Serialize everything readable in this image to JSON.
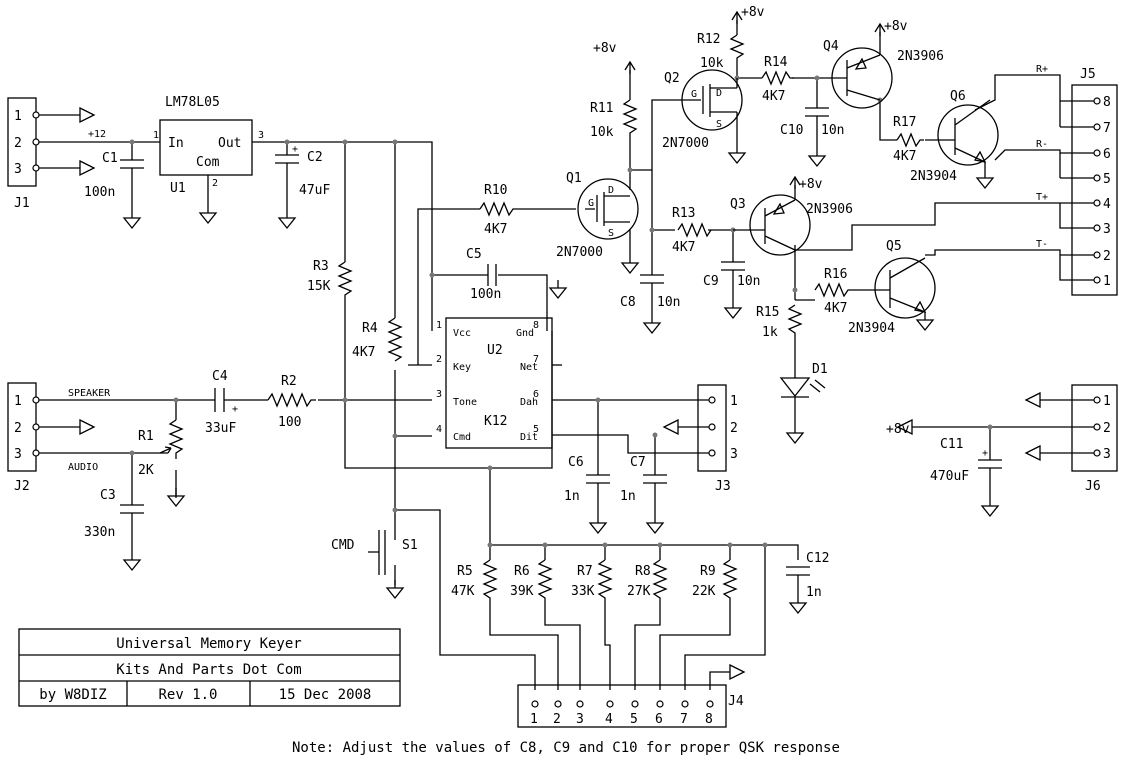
{
  "title_block": {
    "title": "Universal Memory Keyer",
    "company": "Kits And Parts Dot Com",
    "author": "by W8DIZ",
    "revision": "Rev 1.0",
    "date": "15 Dec 2008"
  },
  "note": "Note: Adjust the values of C8, C9 and C10 for proper QSK response",
  "supply": {
    "vplus": "+8v",
    "v12": "+12"
  },
  "regulator": {
    "part": "LM78L05",
    "ref": "U1",
    "pin_in": "In",
    "pin_out": "Out",
    "pin_com": "Com",
    "n1": "1",
    "n2": "2",
    "n3": "3"
  },
  "u2": {
    "ref": "U2",
    "part": "K12",
    "pins": {
      "vcc": "Vcc",
      "gnd": "Gnd",
      "key": "Key",
      "net": "Net",
      "tone": "Tone",
      "dah": "Dah",
      "cmd": "Cmd",
      "dit": "Dit"
    },
    "nums": [
      "1",
      "2",
      "3",
      "4",
      "5",
      "6",
      "7",
      "8"
    ]
  },
  "resistors": {
    "r1": {
      "ref": "R1",
      "value": "2K"
    },
    "r2": {
      "ref": "R2",
      "value": "100"
    },
    "r3": {
      "ref": "R3",
      "value": "15K"
    },
    "r4": {
      "ref": "R4",
      "value": "4K7"
    },
    "r5": {
      "ref": "R5",
      "value": "47K"
    },
    "r6": {
      "ref": "R6",
      "value": "39K"
    },
    "r7": {
      "ref": "R7",
      "value": "33K"
    },
    "r8": {
      "ref": "R8",
      "value": "27K"
    },
    "r9": {
      "ref": "R9",
      "value": "22K"
    },
    "r10": {
      "ref": "R10",
      "value": "4K7"
    },
    "r11": {
      "ref": "R11",
      "value": "10k"
    },
    "r12": {
      "ref": "R12",
      "value": "10k"
    },
    "r13": {
      "ref": "R13",
      "value": "4K7"
    },
    "r14": {
      "ref": "R14",
      "value": "4K7"
    },
    "r15": {
      "ref": "R15",
      "value": "1k"
    },
    "r16": {
      "ref": "R16",
      "value": "4K7"
    },
    "r17": {
      "ref": "R17",
      "value": "4K7"
    }
  },
  "capacitors": {
    "c1": {
      "ref": "C1",
      "value": "100n"
    },
    "c2": {
      "ref": "C2",
      "value": "47uF"
    },
    "c3": {
      "ref": "C3",
      "value": "330n"
    },
    "c4": {
      "ref": "C4",
      "value": "33uF"
    },
    "c5": {
      "ref": "C5",
      "value": "100n"
    },
    "c6": {
      "ref": "C6",
      "value": "1n"
    },
    "c7": {
      "ref": "C7",
      "value": "1n"
    },
    "c8": {
      "ref": "C8",
      "value": "10n"
    },
    "c9": {
      "ref": "C9",
      "value": "10n"
    },
    "c10": {
      "ref": "C10",
      "value": "10n"
    },
    "c11": {
      "ref": "C11",
      "value": "470uF"
    },
    "c12": {
      "ref": "C12",
      "value": "1n"
    }
  },
  "transistors": {
    "q1": {
      "ref": "Q1",
      "part": "2N7000"
    },
    "q2": {
      "ref": "Q2",
      "part": "2N7000"
    },
    "q3": {
      "ref": "Q3",
      "part": "2N3906"
    },
    "q4": {
      "ref": "Q4",
      "part": "2N3906"
    },
    "q5": {
      "ref": "Q5",
      "part": "2N3904"
    },
    "q6": {
      "ref": "Q6",
      "part": "2N3904"
    },
    "fet_pins": {
      "g": "G",
      "d": "D",
      "s": "S"
    }
  },
  "diode": {
    "ref": "D1"
  },
  "switch": {
    "ref": "S1",
    "label": "CMD"
  },
  "connectors": {
    "j1": {
      "ref": "J1",
      "pins": [
        "1",
        "2",
        "3"
      ]
    },
    "j2": {
      "ref": "J2",
      "pins": [
        "1",
        "2",
        "3"
      ],
      "speaker": "SPEAKER",
      "audio": "AUDIO"
    },
    "j3": {
      "ref": "J3",
      "pins": [
        "1",
        "2",
        "3"
      ]
    },
    "j4": {
      "ref": "J4",
      "pins": [
        "1",
        "2",
        "3",
        "4",
        "5",
        "6",
        "7",
        "8"
      ]
    },
    "j5": {
      "ref": "J5",
      "pins": [
        "8",
        "7",
        "6",
        "5",
        "4",
        "3",
        "2",
        "1"
      ],
      "labels": [
        "R+",
        "R-",
        "T+",
        "T-"
      ]
    },
    "j6": {
      "ref": "J6",
      "pins": [
        "1",
        "2",
        "3"
      ]
    }
  },
  "colors": {
    "ink": "#000000",
    "junction": "#777777",
    "paper": "#ffffff"
  }
}
